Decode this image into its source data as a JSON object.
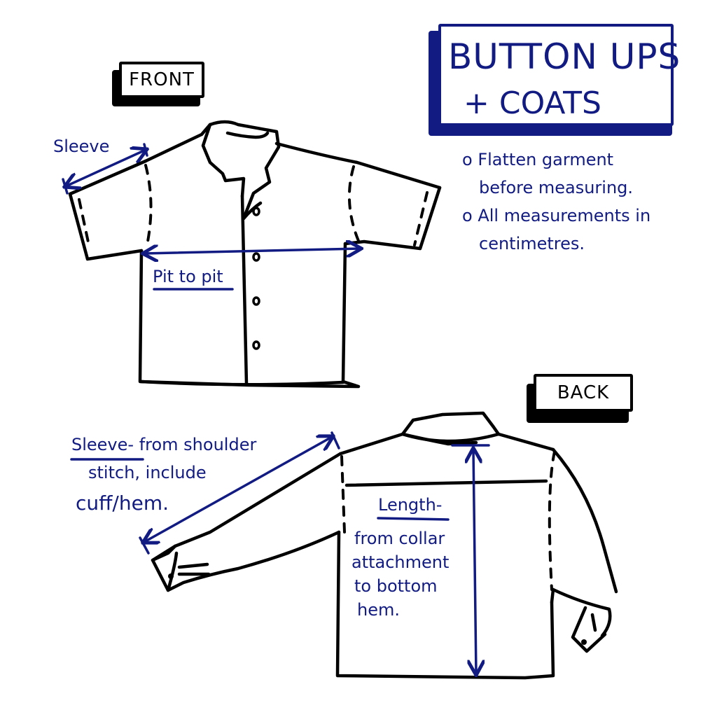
{
  "title": {
    "line1": "BUTTON UPS",
    "line2": "+ COATS"
  },
  "notes": [
    {
      "bullet": "o",
      "line1": "Flatten garment",
      "line2": "before measuring."
    },
    {
      "bullet": "o",
      "line1": "All measurements in",
      "line2": "centimetres."
    }
  ],
  "front": {
    "label": "FRONT",
    "sleeve_label": "Sleeve",
    "pit_label": "Pit to pit"
  },
  "back": {
    "label": "BACK",
    "sleeve_title": "Sleeve",
    "sleeve_desc_1": "- from shoulder",
    "sleeve_desc_2": "stitch, include",
    "sleeve_desc_3": "cuff/hem.",
    "length_title": "Length",
    "length_dash": "-",
    "length_desc_1": "from collar",
    "length_desc_2": "attachment",
    "length_desc_3": "to bottom",
    "length_desc_4": "hem."
  },
  "colors": {
    "ink_blue": "#111b82",
    "outline_black": "#000000",
    "background": "#ffffff"
  }
}
